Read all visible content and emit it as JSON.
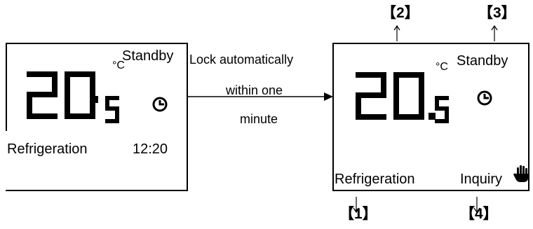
{
  "left_display": {
    "status": "Standby",
    "temp_digits": "20",
    "temp_decimal": "5",
    "unit": "°C",
    "mode": "Refrigeration",
    "time": "12:20",
    "icon": "clock-icon"
  },
  "transition": {
    "line1": "Lock automatically",
    "line2": "within one",
    "line3": "minute"
  },
  "right_display": {
    "status": "Standby",
    "temp_digits": "20.",
    "temp_decimal": "5",
    "unit": "°C",
    "mode": "Refrigeration",
    "mode_right": "Inquiry",
    "icons": [
      "clock-icon",
      "hand-icon"
    ]
  },
  "callouts": {
    "c1": "【1】",
    "c2": "【2】",
    "c3": "【3】",
    "c4": "【4】"
  }
}
